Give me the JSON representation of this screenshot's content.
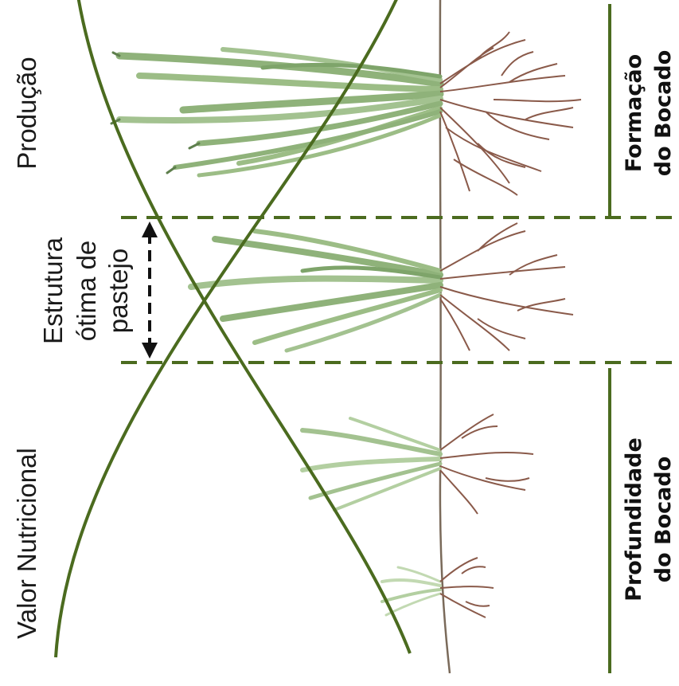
{
  "labels": {
    "production": "Produção",
    "nutritional_value": "Valor Nutricional",
    "optimal_structure": [
      "Estrutura",
      "ótima de",
      "pastejo"
    ],
    "bite_formation": [
      "Formação",
      "do Bocado"
    ],
    "bite_depth": [
      "Profundidade",
      "do Bocado"
    ]
  },
  "colors": {
    "curve": "#4b6b1f",
    "dashed_line": "#4b6b1f",
    "bracket": "#4b6b1f",
    "leaf": "#8fb27a",
    "leaf_dark": "#5e7f4d",
    "root": "#8a5a4a",
    "soil_line": "#7a6a5a",
    "arrow": "#111111"
  }
}
